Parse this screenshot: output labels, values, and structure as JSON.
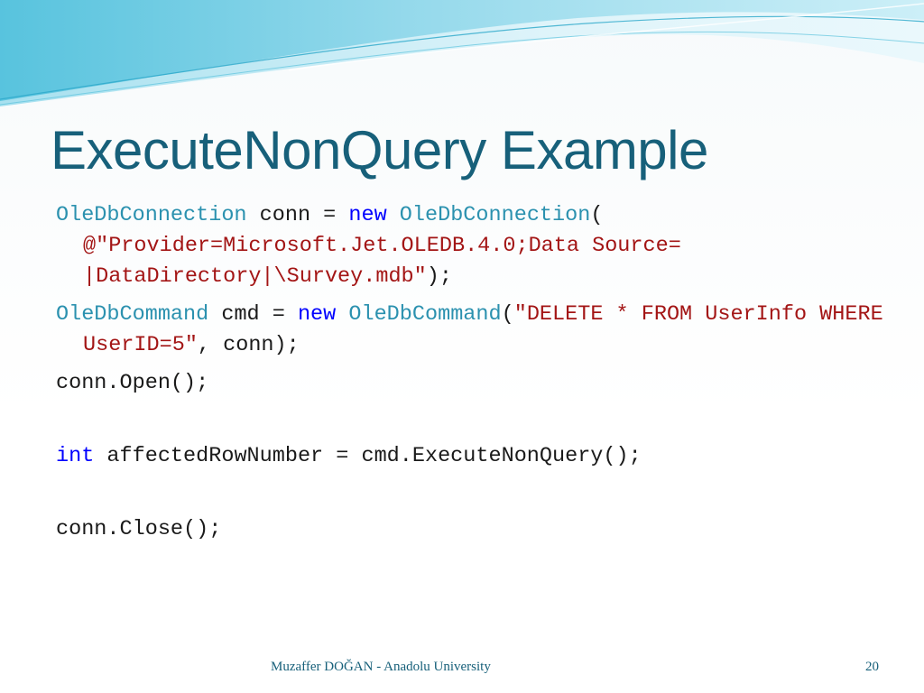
{
  "slide": {
    "title": "ExecuteNonQuery Example",
    "footer_author": "Muzaffer DOĞAN - Anadolu University",
    "page_number": "20"
  },
  "code": {
    "line1": {
      "t1": "OleDbConnection",
      "t2": " conn = ",
      "t3": "new",
      "t4": " ",
      "t5": "OleDbConnection",
      "t6": "( ",
      "t7": "@\"Provider=Microsoft.Jet.OLEDB.4.0;Data Source= |DataDirectory|\\Survey.mdb\"",
      "t8": ");"
    },
    "line2": {
      "t1": "OleDbCommand",
      "t2": " cmd = ",
      "t3": "new",
      "t4": " ",
      "t5": "OleDbCommand",
      "t6": "(",
      "t7": "\"DELETE * FROM UserInfo WHERE UserID=5\"",
      "t8": ", conn);"
    },
    "line3": {
      "t1": "conn.Open();"
    },
    "line4": {
      "t1": "int",
      "t2": " affectedRowNumber = cmd.ExecuteNonQuery();"
    },
    "line5": {
      "t1": "conn.Close();"
    }
  },
  "colors": {
    "title": "#17607a",
    "type_name": "#2b91af",
    "keyword": "#0000ff",
    "string": "#a31515",
    "wave_light": "#bfe7f2",
    "wave_dark": "#47b6d4"
  }
}
